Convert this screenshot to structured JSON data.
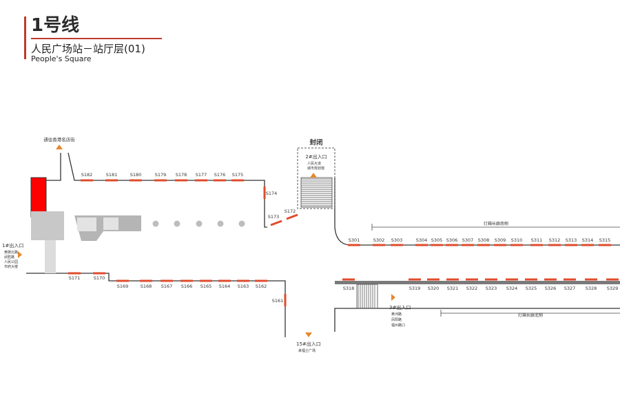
{
  "header": {
    "line": "1号线",
    "station": "人民广场站－站厅层(01)",
    "station_en": "People's Square"
  },
  "colors": {
    "accent": "#c0392b",
    "panel": "#e04b2c",
    "wall": "#333333",
    "highlight": "#ff0000"
  },
  "top_exit": "通往香港名店街",
  "closed": {
    "label": "封闭",
    "exit": "2#出入口",
    "items": [
      "人民大道",
      "城市规划馆"
    ]
  },
  "exit1": {
    "title": "1#出入口",
    "items": [
      "黄陂北路",
      "武胜路",
      "人民公园",
      "市府大楼"
    ]
  },
  "exit3": {
    "title": "3#出入口",
    "items": [
      "黄河路",
      "凤阳路",
      "福州路口"
    ]
  },
  "exit15": {
    "title": "15#出入口",
    "items": [
      "来福士广场"
    ]
  },
  "corridor_top": "灯箱长廊南侧",
  "corridor_bottom": "灯箱长廊北侧",
  "panels": {
    "left_top": [
      "S182",
      "S181",
      "S180",
      "S179",
      "S178",
      "S177",
      "S176",
      "S175"
    ],
    "side_174": "S174",
    "diag": [
      "S173",
      "S172"
    ],
    "left_bottom_a": [
      "S171",
      "S170"
    ],
    "left_bottom_b": [
      "S169",
      "S168",
      "S167",
      "S166",
      "S165",
      "S164",
      "S163",
      "S162"
    ],
    "side_161": "S161",
    "right_top": [
      "S301",
      "S302",
      "S303",
      "S304",
      "S305",
      "S306",
      "S307",
      "S308",
      "S309",
      "S310",
      "S311",
      "S312",
      "S313",
      "S314",
      "S315"
    ],
    "right_bottom_first": "S318",
    "right_bottom": [
      "S319",
      "S320",
      "S321",
      "S322",
      "S323",
      "S324",
      "S325",
      "S326",
      "S327",
      "S328",
      "S329"
    ]
  }
}
